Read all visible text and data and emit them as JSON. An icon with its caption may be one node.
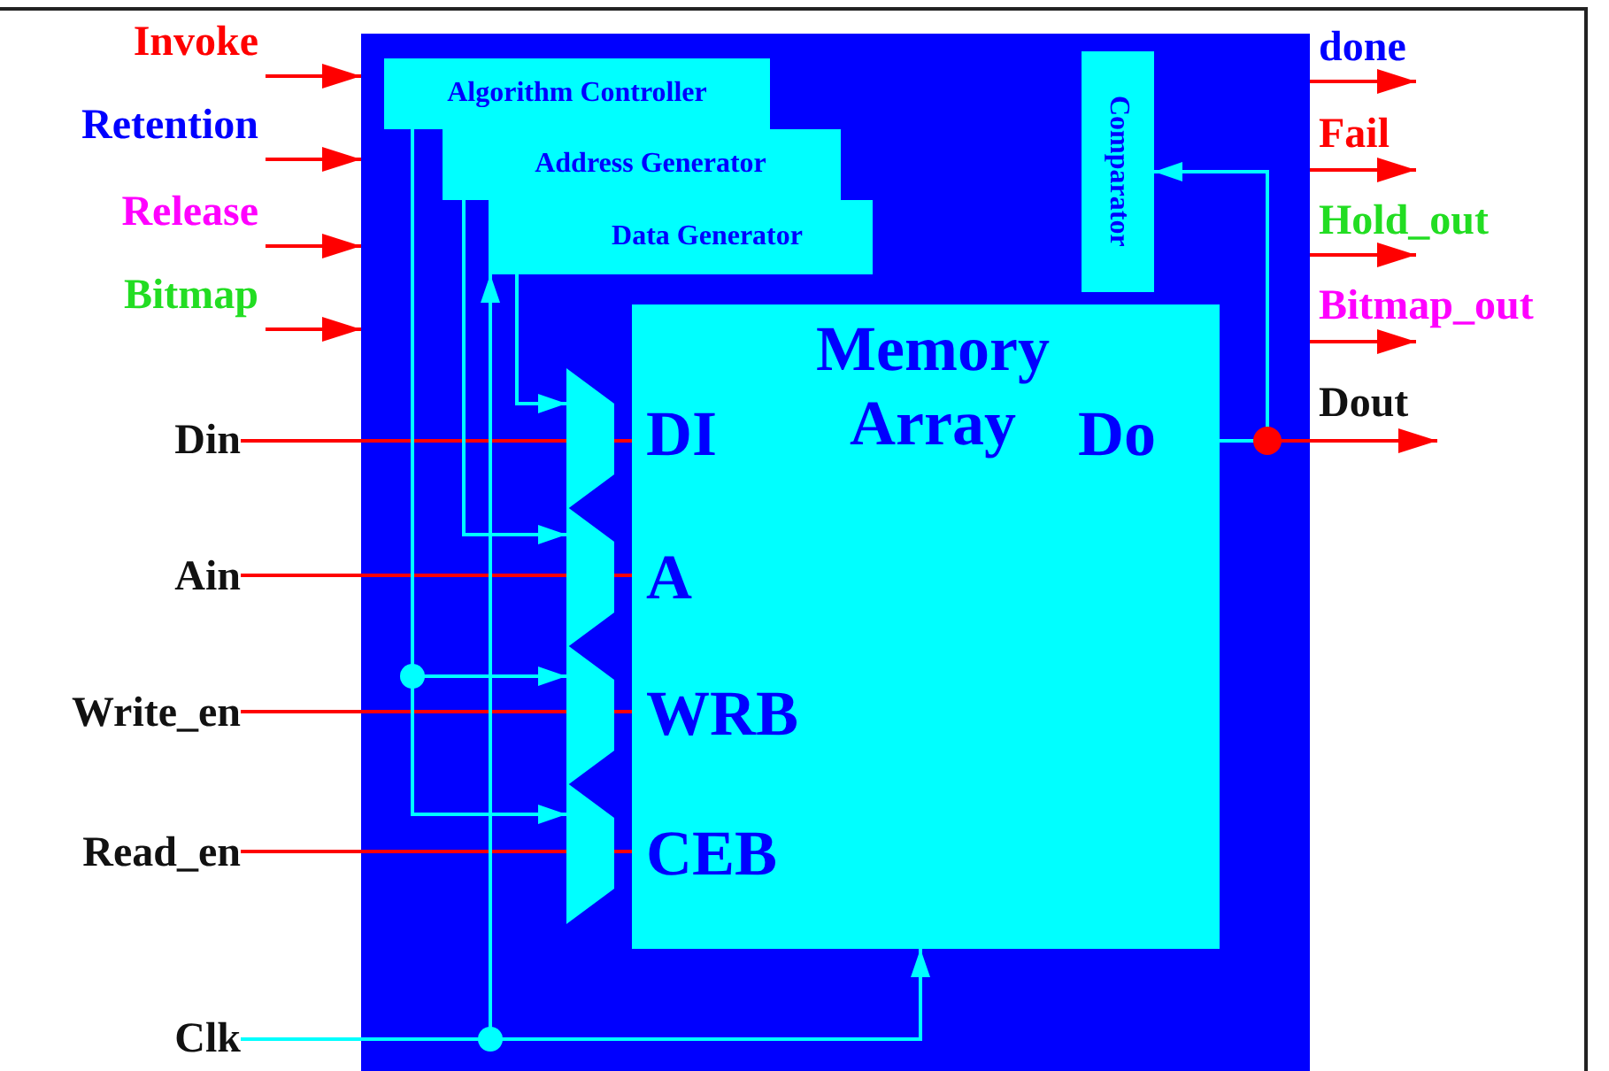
{
  "diagram": {
    "nodes": [
      {
        "text": [],
        "shape": "box"
      },
      {
        "text": [
          "Algorithm Controller"
        ],
        "in": 0
      },
      {
        "text": [
          "Address Generator"
        ],
        "in": 0
      },
      {
        "text": [
          "Data Generator"
        ],
        "in": 0
      },
      {
        "text": [
          "Comparator"
        ],
        "in": 0
      },
      {
        "text": [
          "Memory Array",
          "DI",
          "A",
          "WRB",
          "CEB",
          "Do"
        ],
        "in": 0
      },
      {
        "text": [],
        "shape": "trapezoid",
        "in": 0
      },
      {
        "text": [],
        "shape": "trapezoid",
        "in": 0
      },
      {
        "text": [],
        "shape": "trapezoid",
        "in": 0
      },
      {
        "text": [],
        "shape": "trapezoid",
        "in": 0
      },
      {
        "text": [
          "Din"
        ]
      },
      {
        "text": [
          "Ain"
        ]
      },
      {
        "text": [
          "Write_en"
        ]
      },
      {
        "text": [
          "Read_en"
        ]
      },
      {
        "text": [
          "Clk"
        ]
      }
    ],
    "edges": [
      {
        "from": null,
        "to": 0,
        "arrow": "to",
        "label": "Invoke"
      },
      {
        "from": null,
        "to": 0,
        "arrow": "to",
        "label": "Retention"
      },
      {
        "from": null,
        "to": 0,
        "arrow": "to",
        "label": "Release"
      },
      {
        "from": null,
        "to": 0,
        "arrow": "to",
        "label": "Bitmap"
      },
      {
        "from": 0,
        "to": null,
        "arrow": "to",
        "label": "done"
      },
      {
        "from": 0,
        "to": null,
        "arrow": "to",
        "label": "Fail"
      },
      {
        "from": 0,
        "to": null,
        "arrow": "to",
        "label": "Hold_out"
      },
      {
        "from": 0,
        "to": null,
        "arrow": "to",
        "label": "Bitmap_out"
      },
      {
        "from": 5,
        "to": null,
        "arrow": "to",
        "label": "Dout"
      },
      {
        "from": 10,
        "to": 6,
        "arrow": "none"
      },
      {
        "from": 6,
        "to": 5,
        "arrow": "none"
      },
      {
        "from": 11,
        "to": 7,
        "arrow": "none"
      },
      {
        "from": 7,
        "to": 5,
        "arrow": "none"
      },
      {
        "from": 12,
        "to": 8,
        "arrow": "none"
      },
      {
        "from": 8,
        "to": 5,
        "arrow": "none"
      },
      {
        "from": 13,
        "to": 9,
        "arrow": "none"
      },
      {
        "from": 9,
        "to": 5,
        "arrow": "none"
      },
      {
        "from": 14,
        "to": 5,
        "arrow": "to",
        "color": "#00ffff"
      },
      {
        "from": 14,
        "to": 3,
        "arrow": "to",
        "color": "#00ffff"
      },
      {
        "from": 1,
        "to": 8,
        "arrow": "to",
        "color": "#00ffff"
      },
      {
        "from": 1,
        "to": 9,
        "arrow": "to",
        "color": "#00ffff"
      },
      {
        "from": 2,
        "to": 7,
        "arrow": "to",
        "color": "#00ffff"
      },
      {
        "from": 3,
        "to": 6,
        "arrow": "to",
        "color": "#00ffff"
      },
      {
        "from": 5,
        "to": 4,
        "arrow": "to",
        "color": "#00ffff"
      }
    ]
  }
}
